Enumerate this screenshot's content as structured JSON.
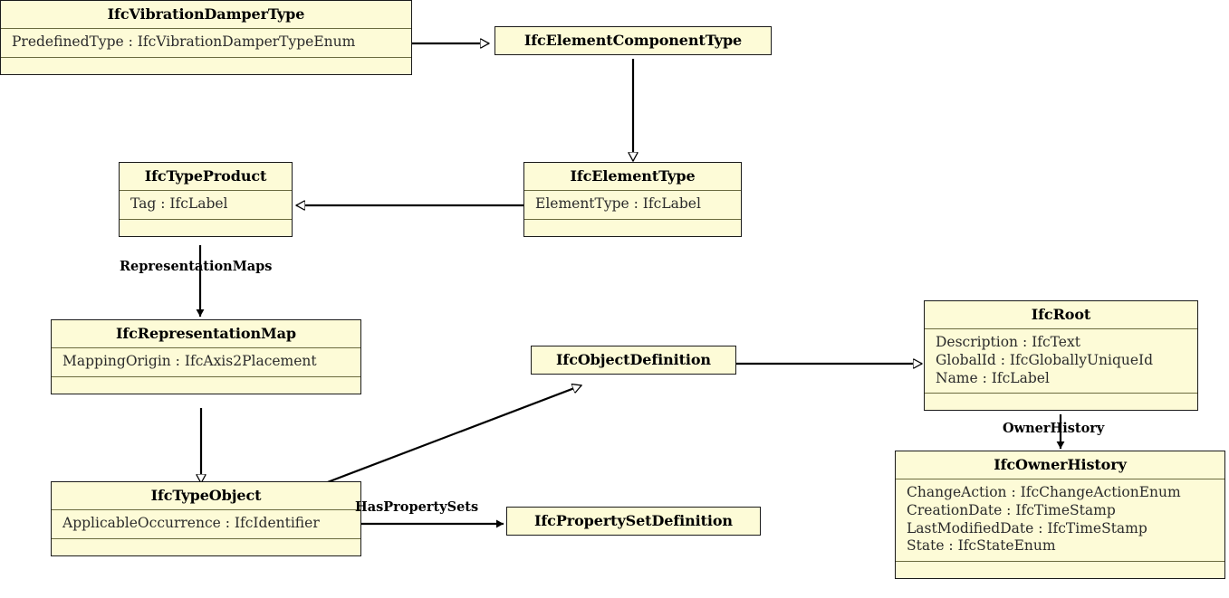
{
  "diagram": {
    "title": "IfcVibrationDamperType UML class diagram",
    "type": "uml-class-diagram",
    "colors": {
      "class_fill": "#fdfbd7",
      "class_border": "#1a1a1a",
      "compartment_divider": "#6b6b3f",
      "edge_stroke": "#000000",
      "background": "#ffffff"
    },
    "classes": [
      {
        "id": "ifcvibrationdampertype",
        "name": "IfcVibrationDamperType",
        "attributes": [
          "PredefinedType : IfcVibrationDamperTypeEnum"
        ],
        "has_operations_compartment": true
      },
      {
        "id": "ifcelementcomponenttype",
        "name": "IfcElementComponentType",
        "attributes": [],
        "has_operations_compartment": false
      },
      {
        "id": "ifctypeproduct",
        "name": "IfcTypeProduct",
        "attributes": [
          "Tag : IfcLabel"
        ],
        "has_operations_compartment": true
      },
      {
        "id": "ifcelementtype",
        "name": "IfcElementType",
        "attributes": [
          "ElementType : IfcLabel"
        ],
        "has_operations_compartment": true
      },
      {
        "id": "ifcrepresentationmap",
        "name": "IfcRepresentationMap",
        "attributes": [
          "MappingOrigin : IfcAxis2Placement"
        ],
        "has_operations_compartment": true
      },
      {
        "id": "ifcobjectdefinition",
        "name": "IfcObjectDefinition",
        "attributes": [],
        "has_operations_compartment": false
      },
      {
        "id": "ifcroot",
        "name": "IfcRoot",
        "attributes": [
          "Description : IfcText",
          "GlobalId : IfcGloballyUniqueId",
          "Name : IfcLabel"
        ],
        "has_operations_compartment": true
      },
      {
        "id": "ifctypeobject",
        "name": "IfcTypeObject",
        "attributes": [
          "ApplicableOccurrence : IfcIdentifier"
        ],
        "has_operations_compartment": true
      },
      {
        "id": "ifcpropertysetdefinition",
        "name": "IfcPropertySetDefinition",
        "attributes": [],
        "has_operations_compartment": false
      },
      {
        "id": "ifcownerhistory",
        "name": "IfcOwnerHistory",
        "attributes": [
          "ChangeAction : IfcChangeActionEnum",
          "CreationDate : IfcTimeStamp",
          "LastModifiedDate : IfcTimeStamp",
          "State : IfcStateEnum"
        ],
        "has_operations_compartment": true
      }
    ],
    "edge_labels": [
      {
        "id": "representationmaps",
        "text": "RepresentationMaps"
      },
      {
        "id": "haspropertysets",
        "text": "HasPropertySets"
      },
      {
        "id": "ownerhistory",
        "text": "OwnerHistory"
      }
    ],
    "relationships": [
      {
        "from": "IfcVibrationDamperType",
        "to": "IfcElementComponentType",
        "kind": "generalization"
      },
      {
        "from": "IfcElementComponentType",
        "to": "IfcElementType",
        "kind": "generalization"
      },
      {
        "from": "IfcElementType",
        "to": "IfcTypeProduct",
        "kind": "generalization"
      },
      {
        "from": "IfcTypeProduct",
        "to": "IfcRepresentationMap",
        "kind": "association",
        "label": "RepresentationMaps"
      },
      {
        "from": "IfcRepresentationMap",
        "to": "IfcTypeObject",
        "kind": "generalization"
      },
      {
        "from": "IfcTypeObject",
        "to": "IfcObjectDefinition",
        "kind": "generalization"
      },
      {
        "from": "IfcObjectDefinition",
        "to": "IfcRoot",
        "kind": "generalization"
      },
      {
        "from": "IfcTypeObject",
        "to": "IfcPropertySetDefinition",
        "kind": "association",
        "label": "HasPropertySets"
      },
      {
        "from": "IfcRoot",
        "to": "IfcOwnerHistory",
        "kind": "association",
        "label": "OwnerHistory"
      }
    ]
  }
}
